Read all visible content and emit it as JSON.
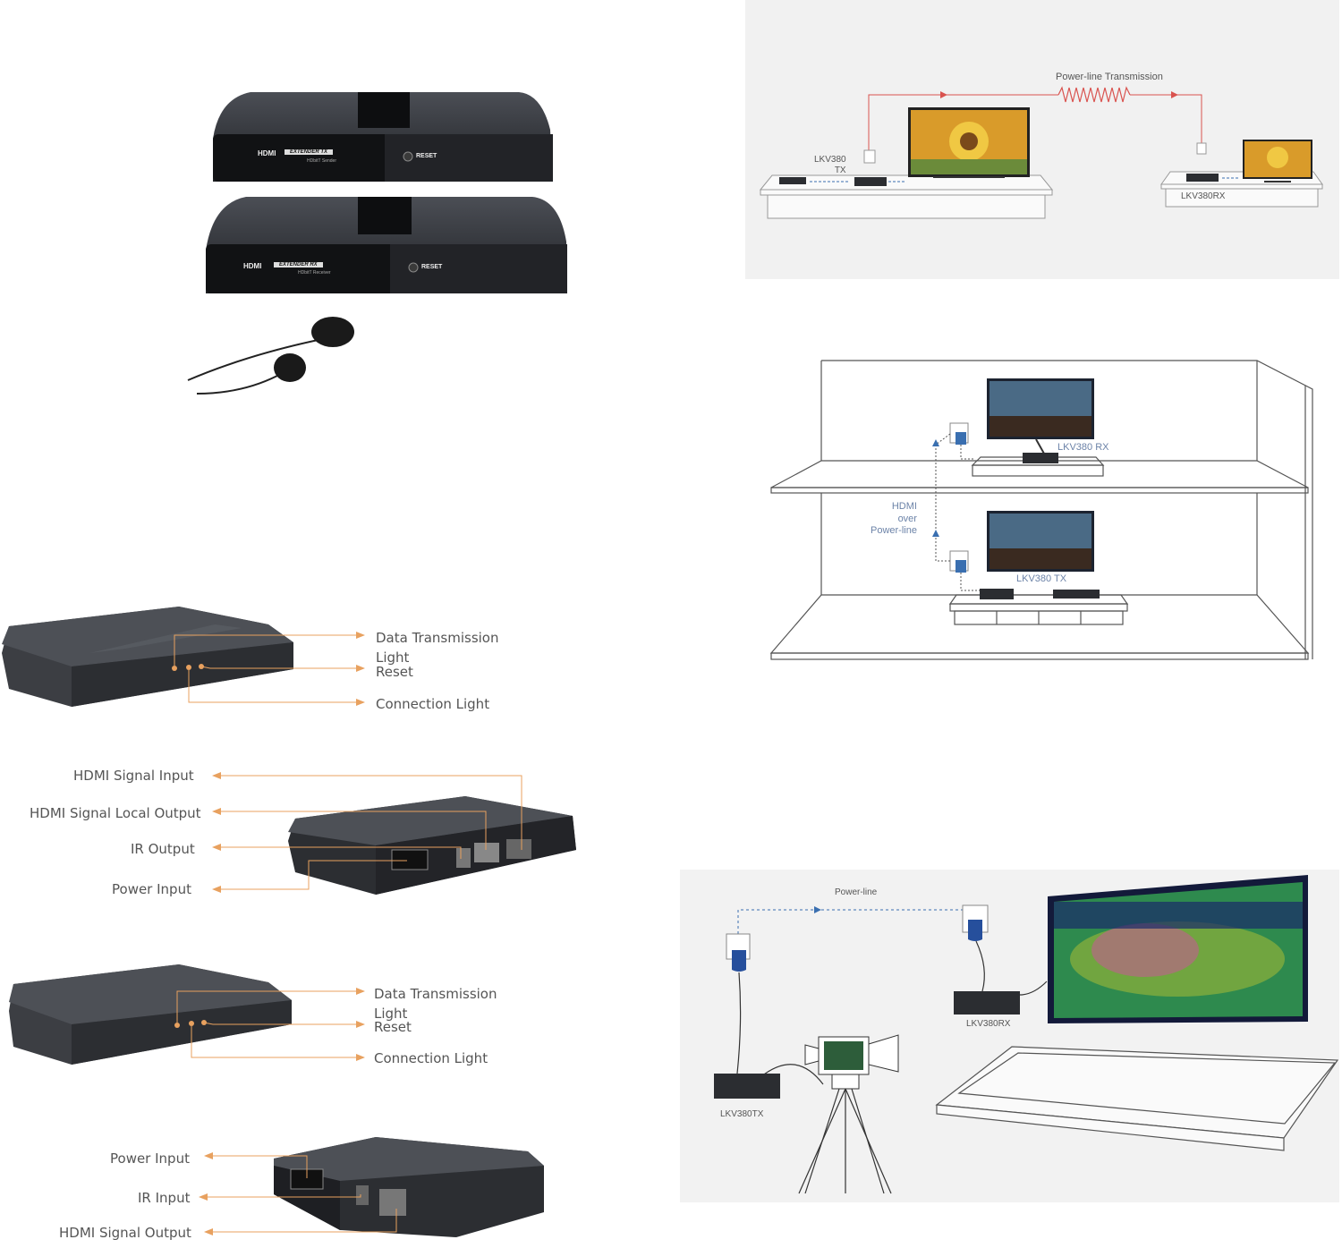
{
  "product": {
    "tx_brand": "HDMI",
    "tx_model": "EXTENDER TX",
    "tx_sub": "HDbitT Sender",
    "rx_brand": "HDMI",
    "rx_model": "EXTENDER RX",
    "rx_sub": "HDbitT Receiver",
    "reset": "RESET"
  },
  "diagram1": {
    "transmission": "Power-line Transmission",
    "tx_label": "LKV380\nTX",
    "rx_label": "LKV380RX"
  },
  "diagram2": {
    "rx_label": "LKV380 RX",
    "tx_label": "LKV380 TX",
    "middle": "HDMI\nover\nPower-line"
  },
  "diagram3": {
    "powerline": "Power-line",
    "tx_label": "LKV380TX",
    "rx_label": "LKV380RX"
  },
  "tx_front": {
    "data_light": "Data Transmission\nLight",
    "reset": "Reset",
    "conn_light": "Connection Light"
  },
  "tx_back": {
    "hdmi_in": "HDMI Signal Input",
    "hdmi_local": "HDMI Signal Local Output",
    "ir_out": "IR Output",
    "power_in": "Power Input"
  },
  "rx_front": {
    "data_light": "Data Transmission\nLight",
    "reset": "Reset",
    "conn_light": "Connection Light"
  },
  "rx_back": {
    "power_in": "Power Input",
    "ir_in": "IR Input",
    "hdmi_out": "HDMI Signal Output"
  },
  "colors": {
    "arrow_orange": "#e8a15f",
    "device_dark": "#2b2d31",
    "powerline_red": "#d9534f",
    "line_blue": "#3a6fb0"
  }
}
